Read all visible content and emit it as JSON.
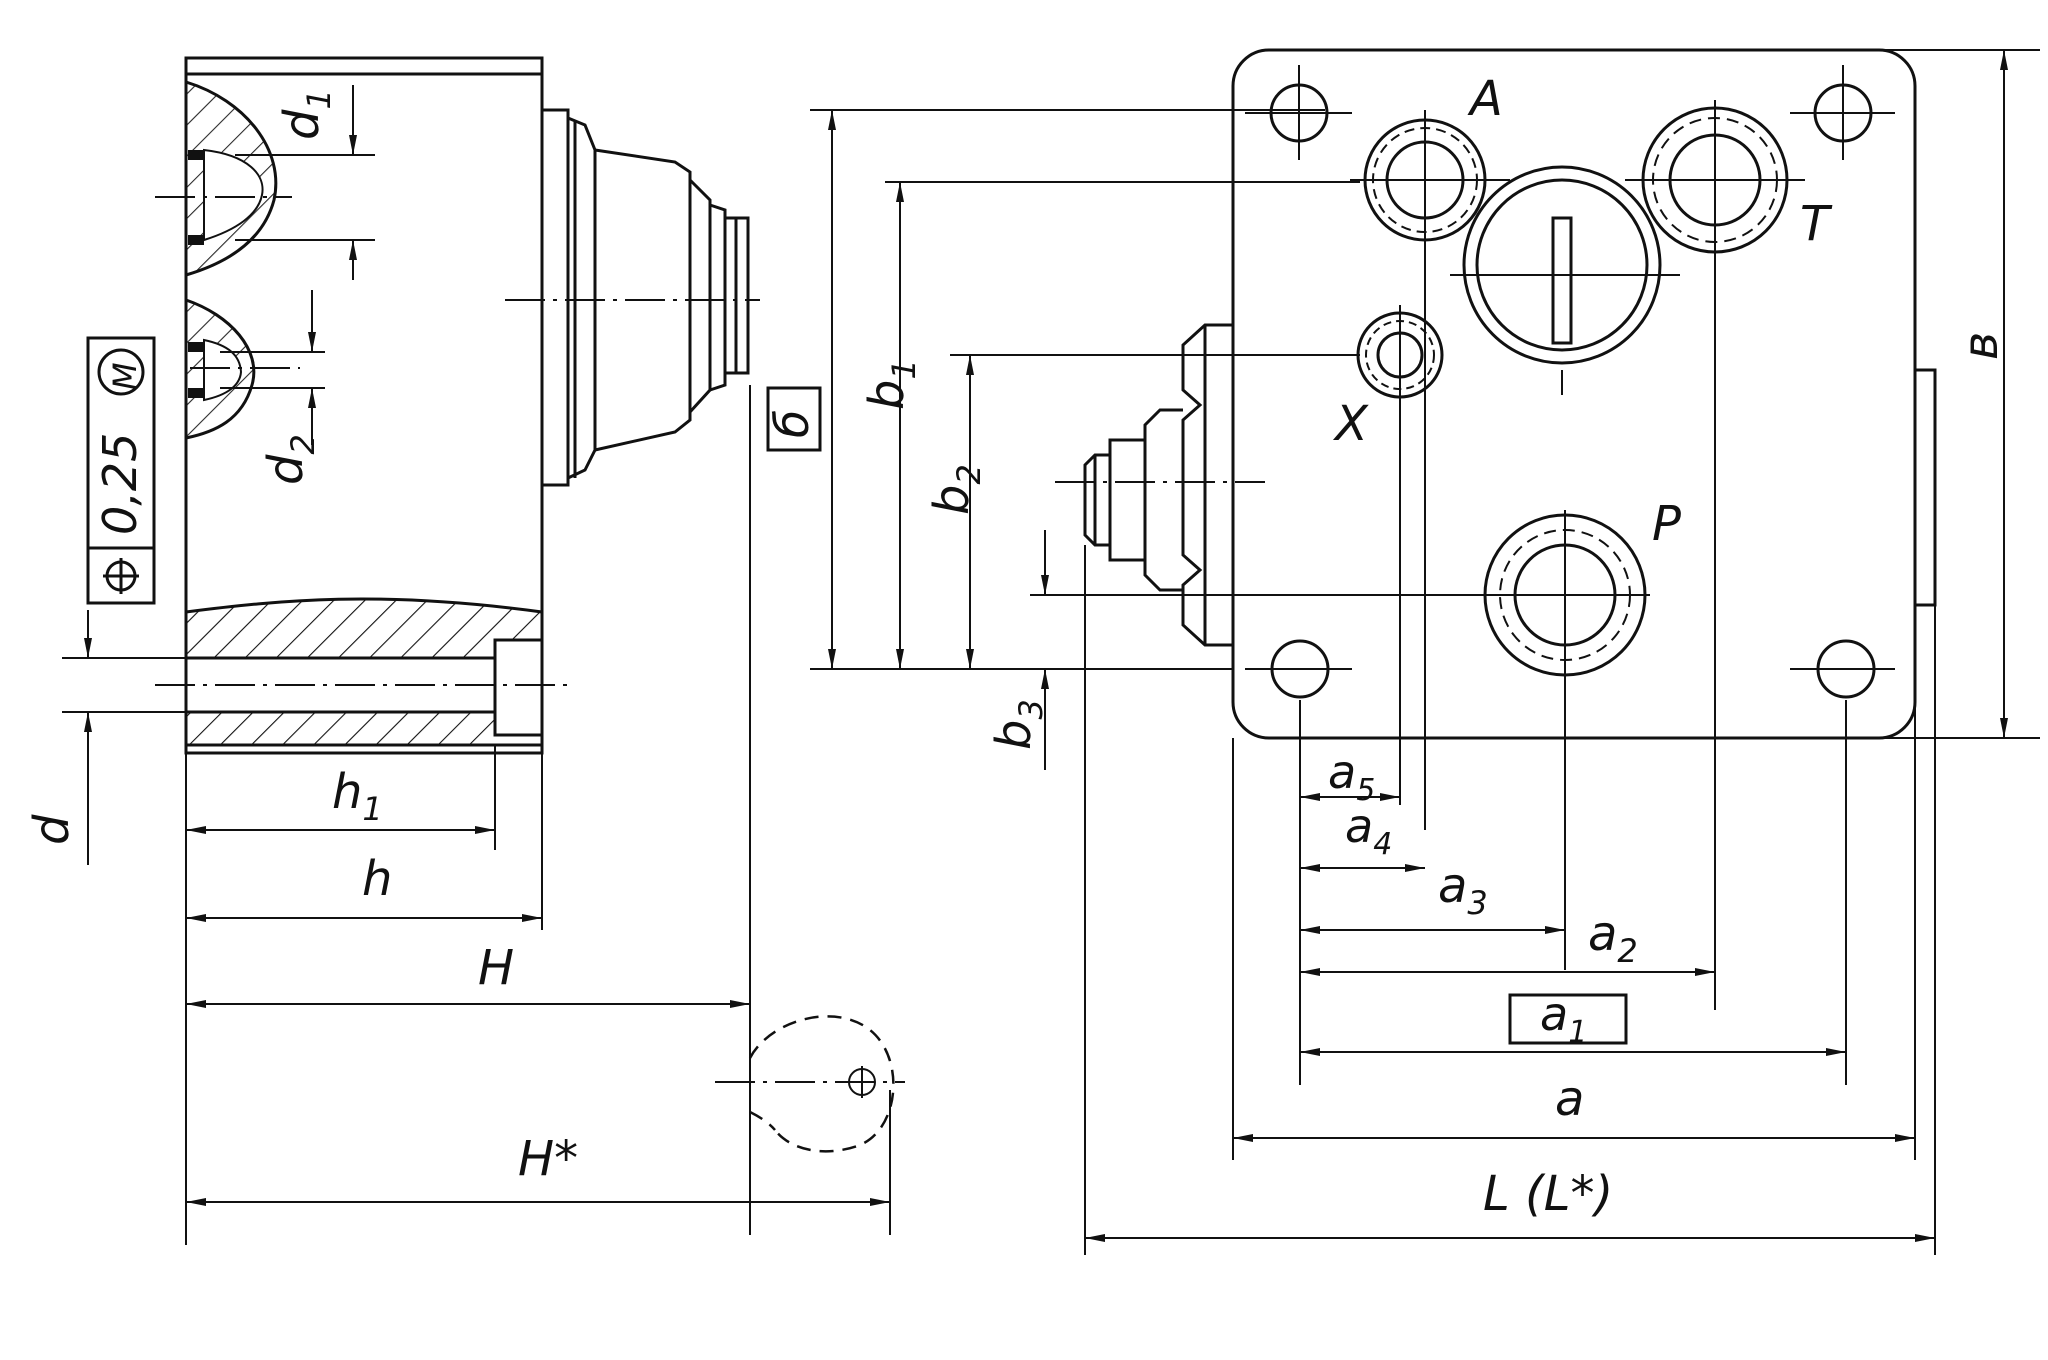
{
  "drawing": {
    "kind": "engineering-dimension-drawing",
    "side_view_labels": {
      "d1": "d",
      "d1_sub": "1",
      "d2": "d",
      "d2_sub": "2",
      "d": "d",
      "h1": "h",
      "h1_sub": "1",
      "h": "h",
      "H": "H",
      "H_star": "H*",
      "tolerance_value": "0,25",
      "tolerance_modifier": "M",
      "boxed_dim": "б"
    },
    "plate_view_labels": {
      "port_A": "A",
      "port_T": "T",
      "port_X": "X",
      "port_P": "P",
      "b1": "b",
      "b1_sub": "1",
      "b2": "b",
      "b2_sub": "2",
      "b3": "b",
      "b3_sub": "3",
      "B": "в",
      "a5": "a",
      "a5_sub": "5",
      "a4": "a",
      "a4_sub": "4",
      "a3": "a",
      "a3_sub": "3",
      "a2": "a",
      "a2_sub": "2",
      "a1": "a",
      "a1_sub": "1",
      "a": "a",
      "L": "L (L*)"
    },
    "colors": {
      "line": "#111111",
      "background": "#ffffff"
    }
  }
}
